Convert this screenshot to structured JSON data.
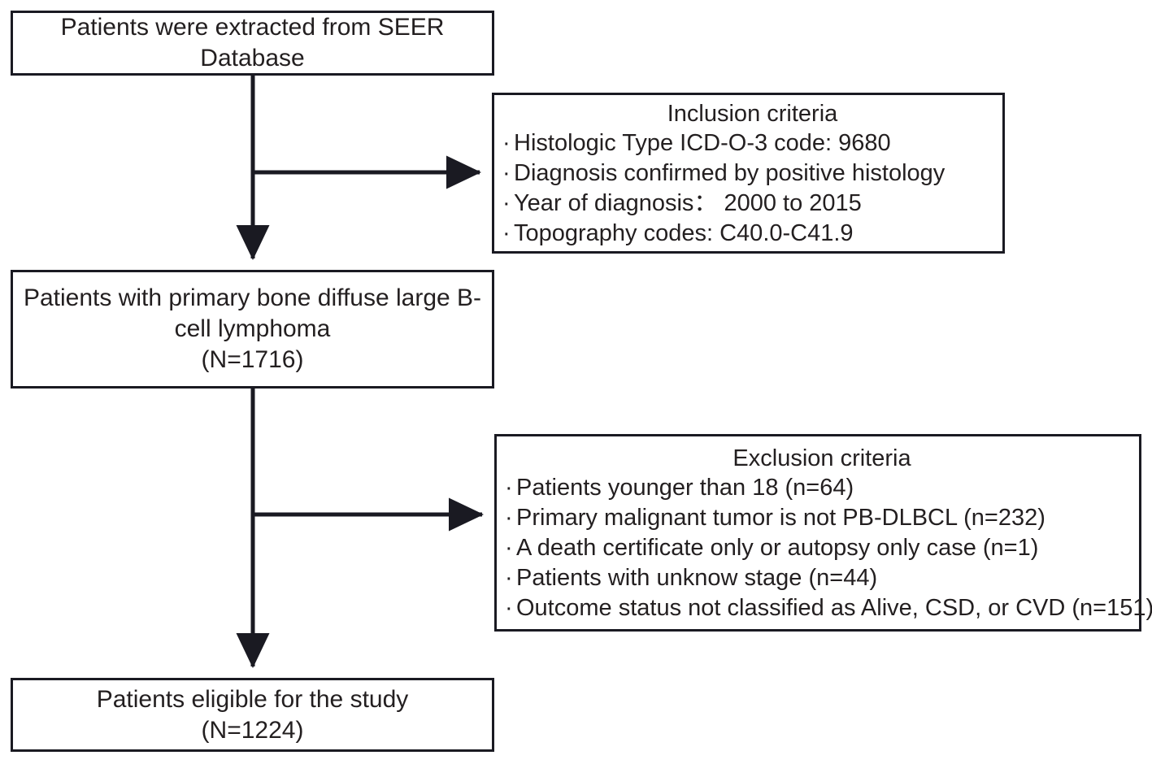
{
  "diagram": {
    "type": "flowchart",
    "title": "Patient selection flow diagram",
    "nodes": {
      "source": {
        "label": "Patients were extracted from SEER Database"
      },
      "inclusion": {
        "title": "Inclusion criteria",
        "bullet_char": "·",
        "items": [
          "Histologic Type ICD-O-3 code: 9680",
          "Diagnosis confirmed by positive histology",
          "Year of diagnosis： 2000 to 2015",
          "Topography codes: C40.0-C41.9"
        ]
      },
      "cohort": {
        "line1": "Patients with primary bone diffuse large B-",
        "line2": "cell lymphoma",
        "count": "(N=1716)"
      },
      "exclusion": {
        "title": "Exclusion criteria",
        "bullet_char": "·",
        "items": [
          "Patients younger than 18 (n=64)",
          "Primary malignant tumor is not PB-DLBCL (n=232)",
          "A death certificate only or autopsy only case (n=1)",
          "Patients with unknow stage (n=44)",
          "Outcome status not classified as Alive, CSD, or CVD (n=151)"
        ]
      },
      "eligible": {
        "line1": "Patients eligible for the study",
        "count": "(N=1224)"
      }
    },
    "connectors": [
      {
        "name": "source-to-cohort",
        "kind": "vertical-arrow"
      },
      {
        "name": "branch-to-inclusion",
        "kind": "horizontal-arrow"
      },
      {
        "name": "cohort-to-eligible",
        "kind": "vertical-arrow"
      },
      {
        "name": "branch-to-exclusion",
        "kind": "horizontal-arrow"
      }
    ],
    "colors": {
      "stroke": "#1a1a22",
      "text": "#231f20",
      "background": "#ffffff"
    }
  }
}
